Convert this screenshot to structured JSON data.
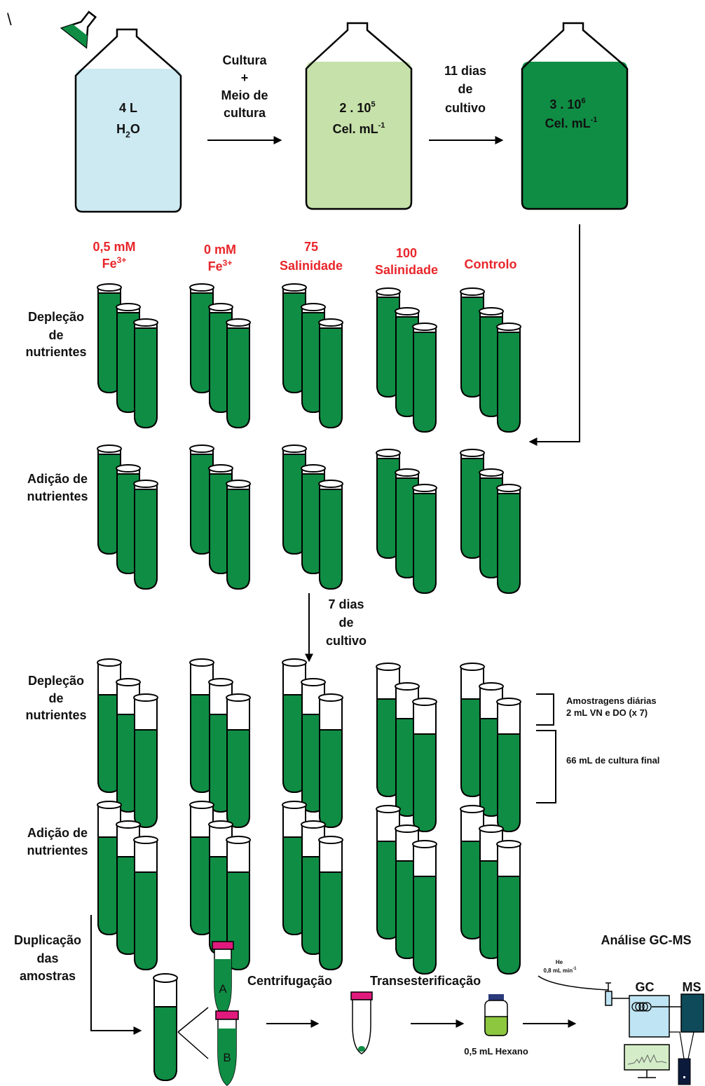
{
  "corner_mark": "\\",
  "bottles": [
    {
      "volume": "4 L",
      "medium_base": "H",
      "medium_sub": "2",
      "medium_tail": "O",
      "fill": "#cde9f1"
    },
    {
      "value": "2 . 10",
      "exp": "5",
      "unit": "Cel. mL",
      "unit_exp": "-1",
      "fill": "#c6e1a9"
    },
    {
      "value": "3 . 10",
      "exp": "6",
      "unit": "Cel. mL",
      "unit_exp": "-1",
      "fill": "#0f8d44"
    }
  ],
  "step1": {
    "line1": "Cultura",
    "line2": "+",
    "line3": "Meio de",
    "line4": "cultura"
  },
  "step2": {
    "line1": "11 dias",
    "line2": "de",
    "line3": "cultivo"
  },
  "conditions": [
    {
      "line1": "0,5 mM",
      "line2_base": "Fe",
      "line2_sup": "3+"
    },
    {
      "line1": "0 mM",
      "line2_base": "Fe",
      "line2_sup": "3+"
    },
    {
      "line1": "75",
      "line2_base": "Salinidade",
      "line2_sup": ""
    },
    {
      "line1": "100",
      "line2_base": "Salinidade",
      "line2_sup": ""
    },
    {
      "line1": "Controlo",
      "line2_base": "",
      "line2_sup": ""
    }
  ],
  "rows": {
    "depletion": {
      "line1": "Depleção",
      "line2": "de",
      "line3": "nutrientes"
    },
    "addition": {
      "line1": "Adição de",
      "line2": "nutrientes"
    }
  },
  "step3": {
    "line1": "7 dias",
    "line2": "de",
    "line3": "cultivo"
  },
  "annotations": {
    "daily_line1": "Amostragens diárias",
    "daily_line2": "2 mL VN e DO (x 7)",
    "final": "66 mL de cultura final"
  },
  "bottom": {
    "dup_line1": "Duplicação",
    "dup_line2": "das",
    "dup_line3": "amostras",
    "tube_a": "A",
    "tube_b": "B",
    "centrifugation": "Centrifugação",
    "transesterification": "Transesterificação",
    "hexane": "0,5 mL Hexano",
    "gcms_title": "Análise GC-MS",
    "he": "He",
    "flow": "0,8 mL min",
    "flow_exp": "-1",
    "gc": "GC",
    "ms": "MS"
  },
  "colors": {
    "green": "#0f8d44",
    "red": "#e8262b",
    "magenta": "#e0197d",
    "navy": "#2a3a7a",
    "ms_box": "#0e4a5a",
    "gc_box": "#bfe4f3",
    "monitor": "#d4ecc7"
  }
}
